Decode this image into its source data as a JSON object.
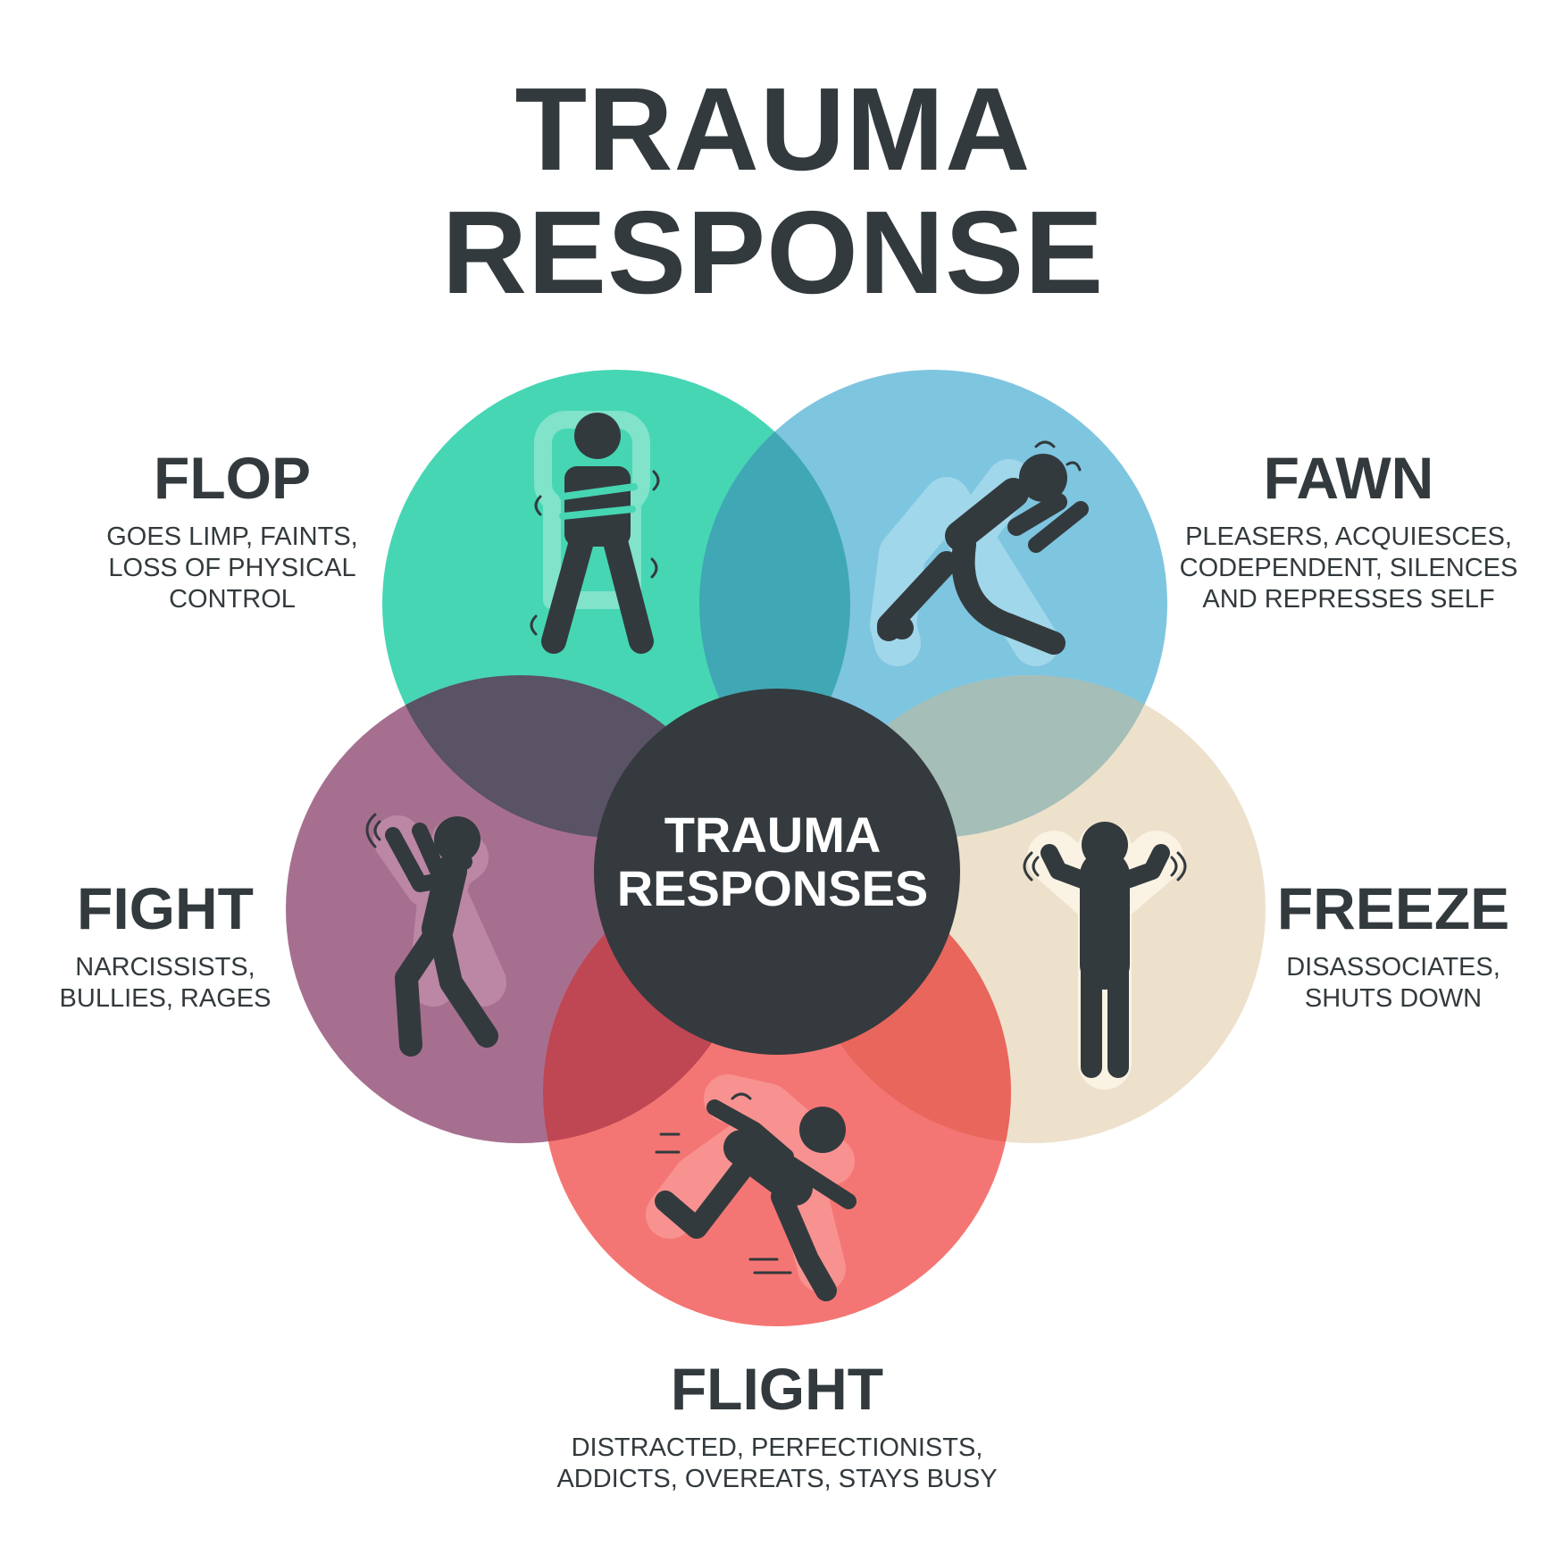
{
  "title": {
    "line1": "TRAUMA",
    "line2": "RESPONSE"
  },
  "center": {
    "line1": "TRAUMA",
    "line2": "RESPONSES"
  },
  "responses": [
    {
      "key": "flop",
      "name": "FLOP",
      "color": "#46d6b4",
      "icon": "figure-holding-self-icon",
      "desc": [
        "GOES LIMP, FAINTS,",
        "LOSS OF PHYSICAL",
        "CONTROL"
      ]
    },
    {
      "key": "fawn",
      "name": "FAWN",
      "color": "#7ec5e0",
      "icon": "figure-kneeling-icon",
      "desc": [
        "PLEASERS, ACQUIESCES,",
        "CODEPENDENT, SILENCES",
        "AND REPRESSES SELF"
      ]
    },
    {
      "key": "fight",
      "name": "FIGHT",
      "color": "#a66f8f",
      "icon": "figure-boxing-icon",
      "desc": [
        "NARCISSISTS,",
        "BULLIES, RAGES"
      ]
    },
    {
      "key": "freeze",
      "name": "FREEZE",
      "color": "#ede1cc",
      "icon": "figure-standing-frozen-icon",
      "desc": [
        "DISASSOCIATES,",
        "SHUTS DOWN"
      ]
    },
    {
      "key": "flight",
      "name": "FLIGHT",
      "color": "#f47674",
      "icon": "figure-running-icon",
      "desc": [
        "DISTRACTED, PERFECTIONISTS,",
        "ADDICTS, OVEREATS, STAYS BUSY"
      ]
    }
  ],
  "colors": {
    "center": "#343a3d",
    "text": "#333a3d",
    "figure": "#333a3d"
  }
}
